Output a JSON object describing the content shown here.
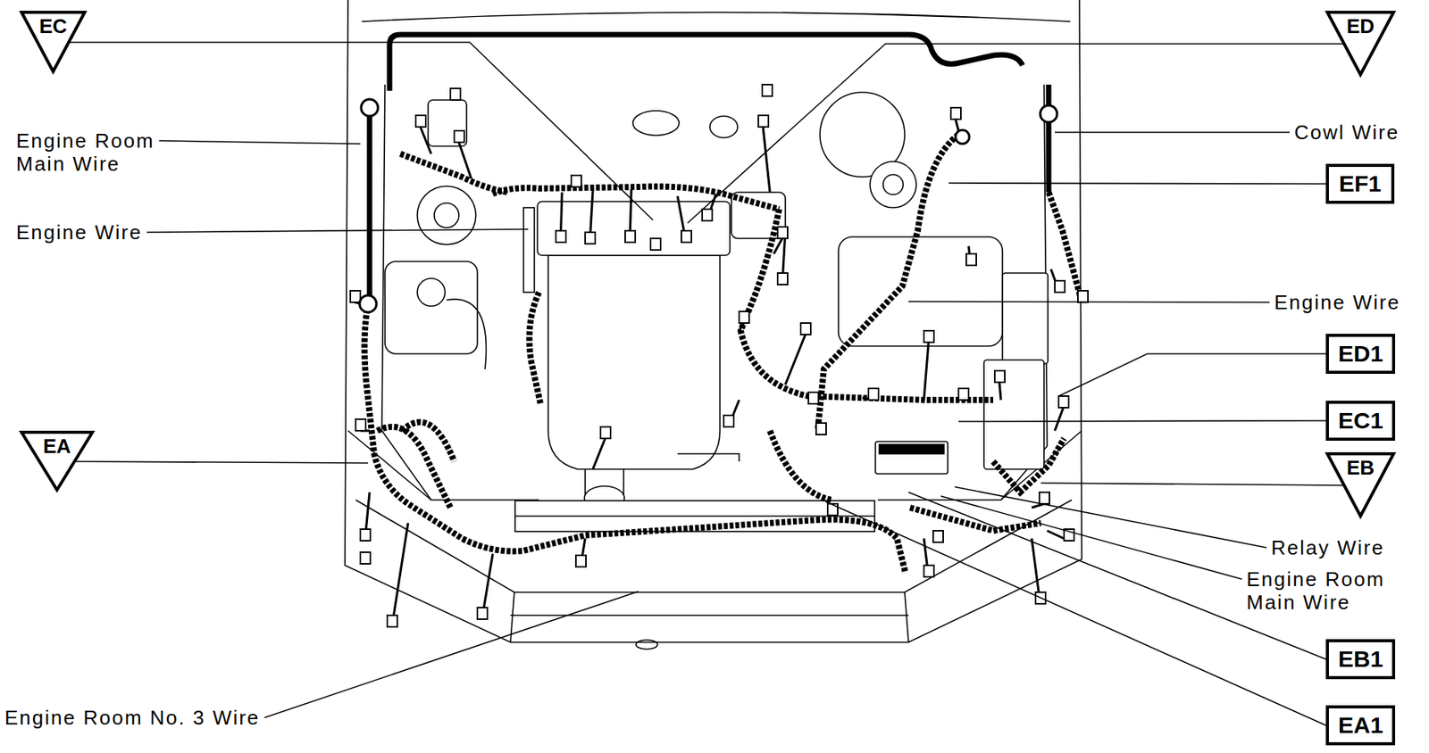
{
  "diagram": {
    "nodes": [
      {
        "text": [
          "EC"
        ]
      },
      {
        "text": [
          "ED"
        ]
      },
      {
        "text": [
          "EF1"
        ]
      },
      {
        "text": [
          "ED1"
        ]
      },
      {
        "text": [
          "EC1"
        ]
      },
      {
        "text": [
          "EA"
        ]
      },
      {
        "text": [
          "EB"
        ]
      },
      {
        "text": [
          "EB1"
        ]
      },
      {
        "text": [
          "EA1"
        ]
      }
    ],
    "labels": [
      "Engine Room Main Wire",
      "Cowl Wire",
      "Engine Wire",
      "Engine Wire",
      "Relay Wire",
      "Engine Room Main Wire",
      "Engine Room No. 3 Wire"
    ]
  }
}
